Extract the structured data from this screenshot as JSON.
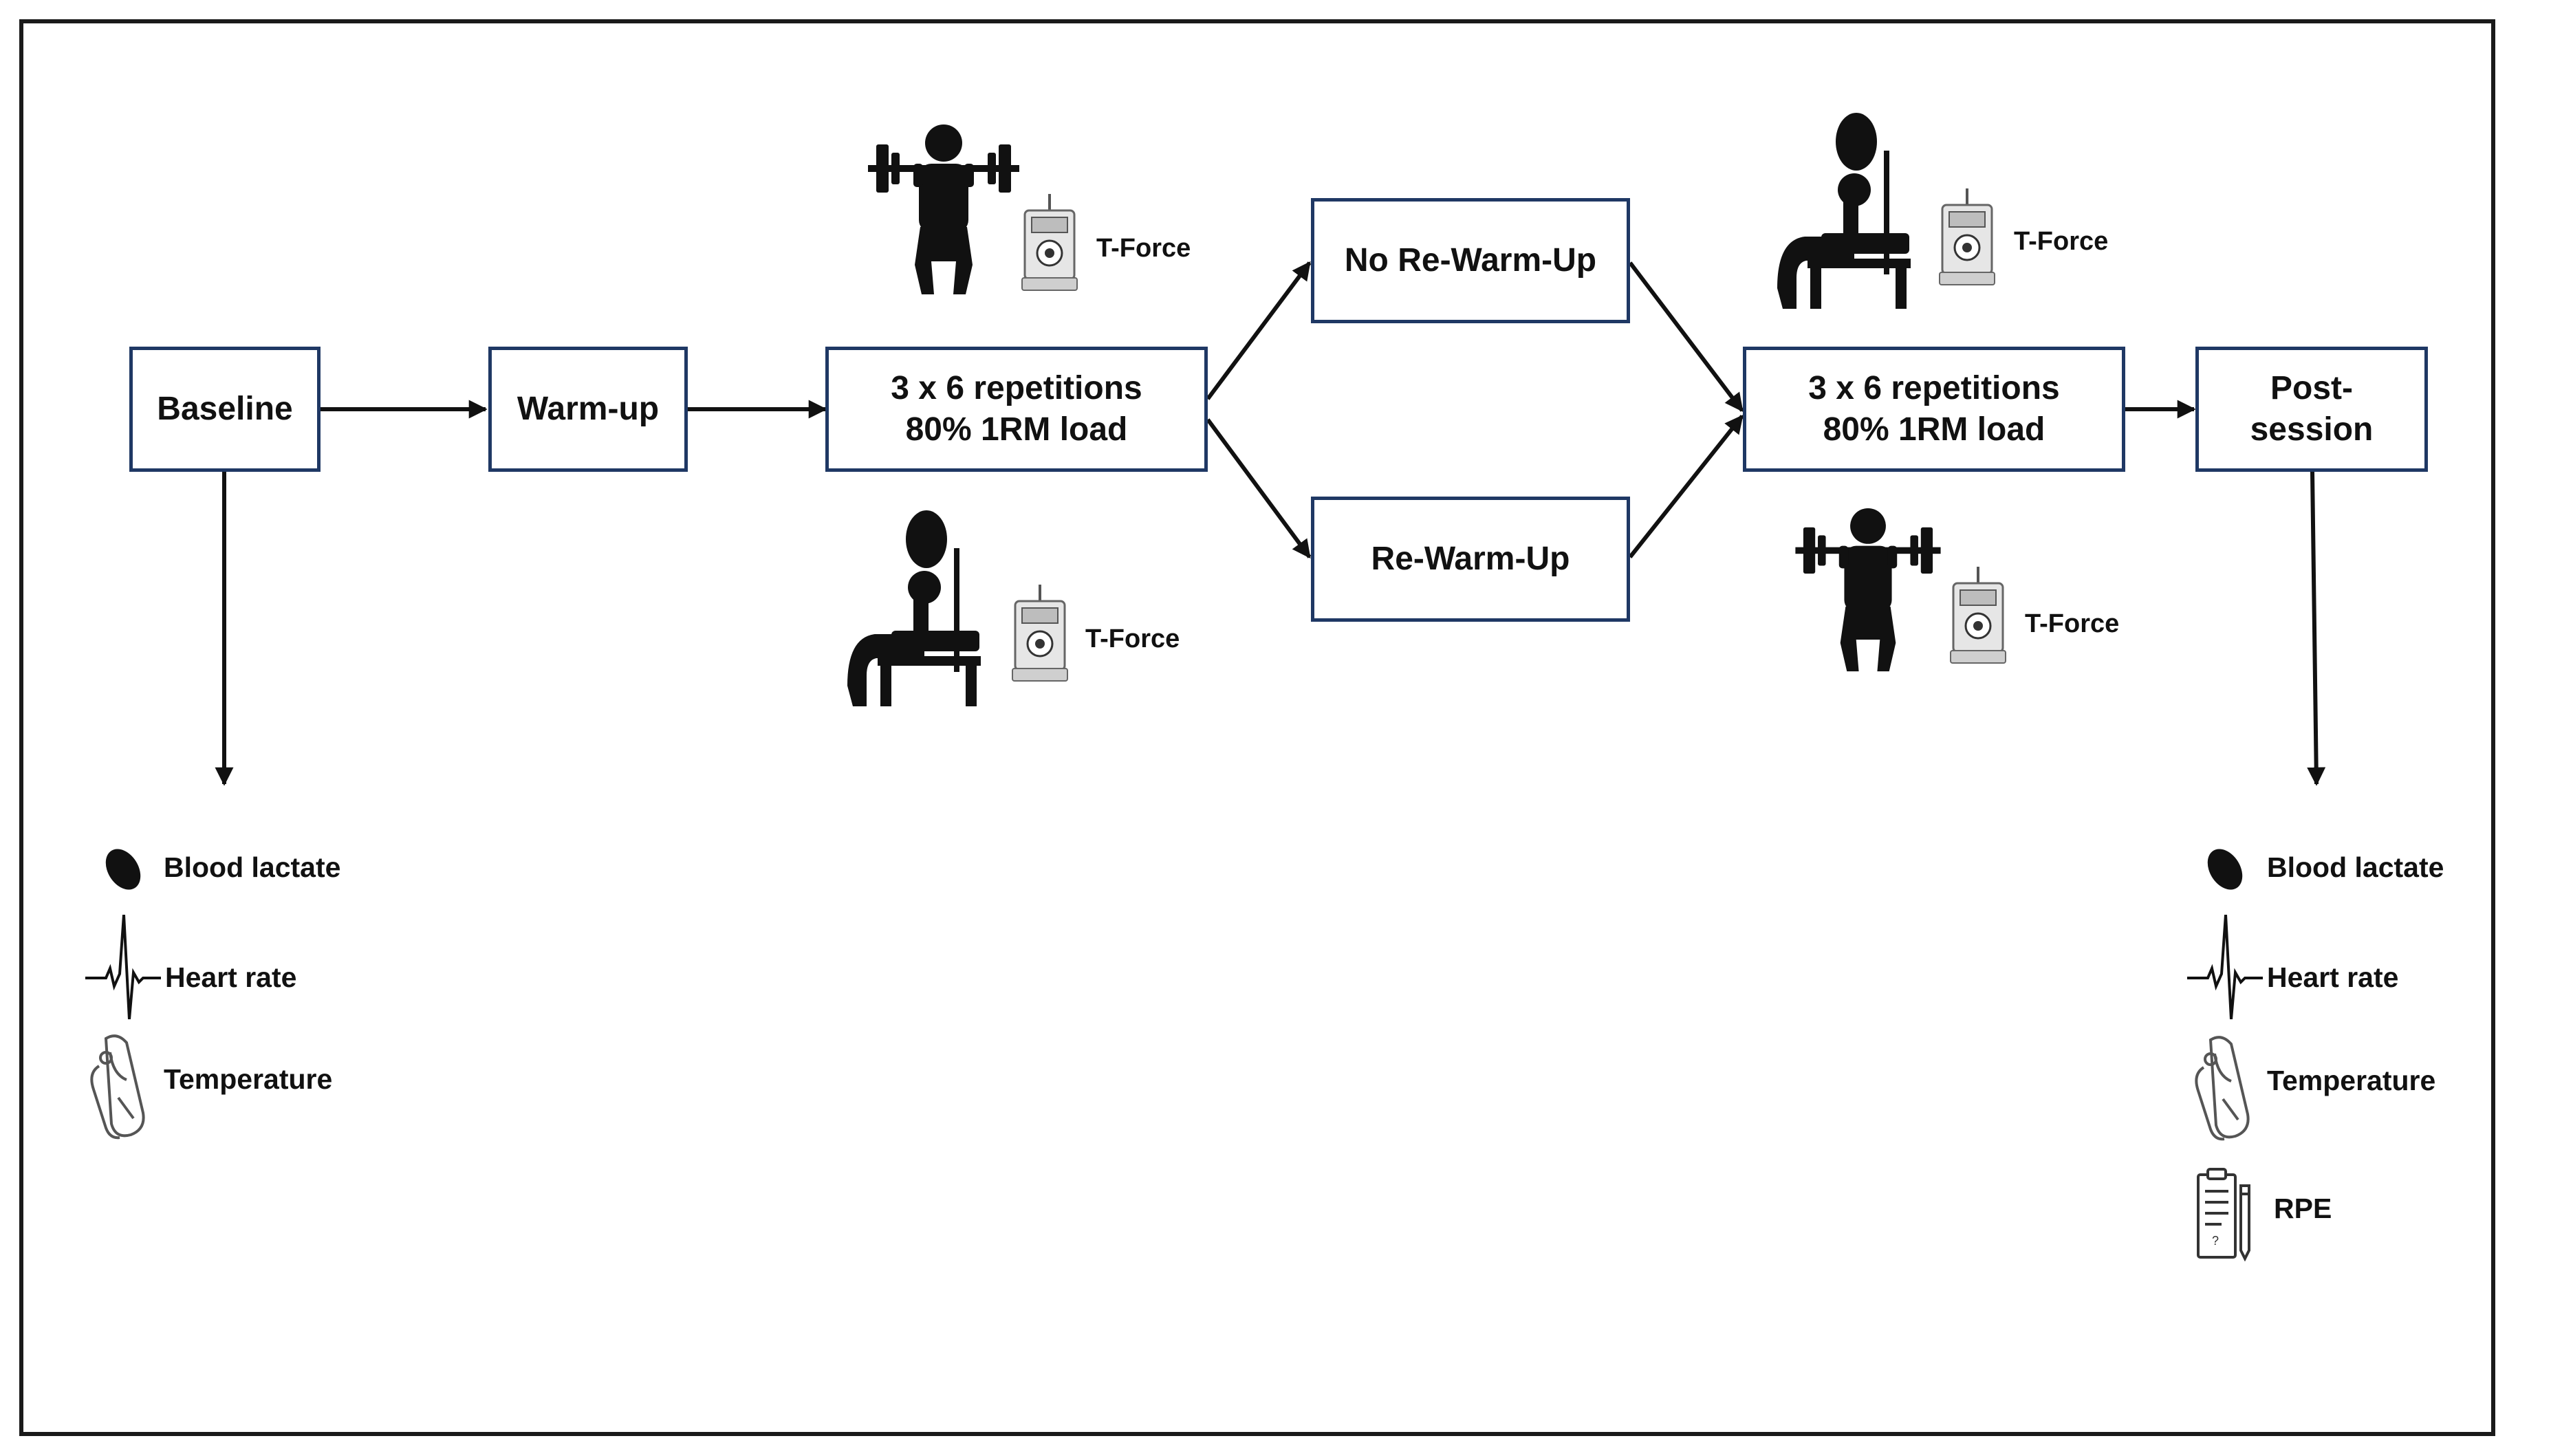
{
  "colors": {
    "box_border": "#1f3864",
    "ink": "#111111",
    "frame": "#1a1a1a"
  },
  "boxes": {
    "baseline": "Baseline",
    "warmup": "Warm-up",
    "set1": "3 x 6 repetitions\n80% 1RM load",
    "no_rewarmup": "No Re-Warm-Up",
    "rewarmup": "Re-Warm-Up",
    "set2": "3 x 6 repetitions\n80% 1RM load",
    "post": "Post-\nsession"
  },
  "device_label": "T-Force",
  "baseline_measures": [
    {
      "icon": "blood-drop-icon",
      "label": "Blood lactate"
    },
    {
      "icon": "heartbeat-icon",
      "label": "Heart rate"
    },
    {
      "icon": "thermometer-icon",
      "label": "Temperature"
    }
  ],
  "post_measures": [
    {
      "icon": "blood-drop-icon",
      "label": "Blood lactate"
    },
    {
      "icon": "heartbeat-icon",
      "label": "Heart rate"
    },
    {
      "icon": "thermometer-icon",
      "label": "Temperature"
    },
    {
      "icon": "clipboard-icon",
      "label": "RPE"
    }
  ]
}
